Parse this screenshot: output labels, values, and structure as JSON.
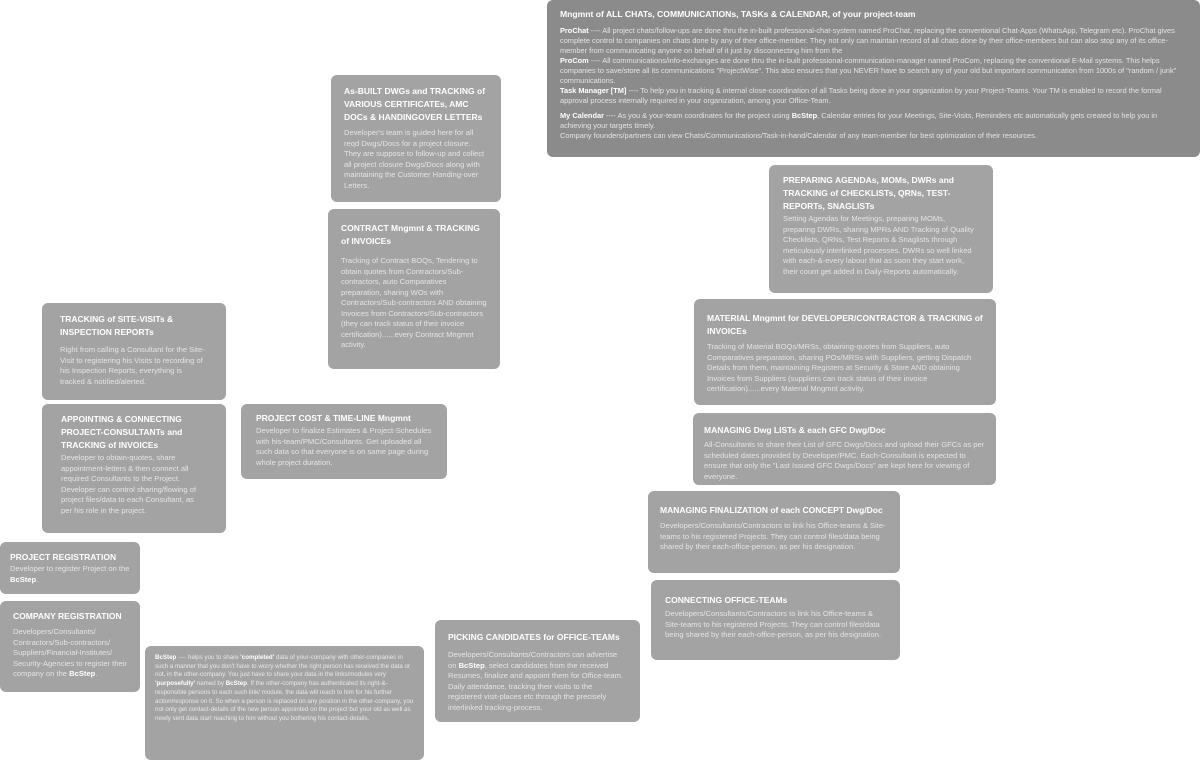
{
  "cards": {
    "mgmt_all": {
      "title": "Mngmnt of ALL CHATs, COMMUNICATIONs, TASKs & CALENDAR, of your project-team",
      "prochat_label": "ProChat",
      "prochat_text": " ---- All project chats/follow-ups are done thru the in-built professional-chat-system named ProChat, replacing the conventional Chat-Apps (WhatsApp, Telegram etc). ProChat gives complete control to companies on chats done by any of their office-member. They not only can maintain record of all chats done by their office-members but can also stop any of its office-member from communicating anyone on behalf of it just by disconnecting him from the",
      "procom_label": "ProCom",
      "procom_text": " ---- All communications/info-exchanges are done thru the in-built professional-communication-manager named ProCom, replacing the conventional E-Mail systems. This helps companies to save/store all its communications \"ProjectWise\". This also ensures that you NEVER have to search any of your old but important communication from 1000s of \"random / junk\" communications.",
      "tm_label": "Task Manager [TM]",
      "tm_text": " ---- To help you in tracking & internal close-coordination of all Tasks being done in your organization by your Project-Teams. Your TM is enabled to record the formal approval process internally required in your organization, among your Office-Team.",
      "cal_label": "My Calendar",
      "cal_text_a": " ---- As you & your-team coordinates for the project using ",
      "cal_brand": "BcStep",
      "cal_text_b": ", Calendar entries for your Meetings, Site-Visits, Reminders etc automatically gets created to help you in achieving your targets timely.",
      "founders_text": "Company founders/partners can view Chats/Communications/Task-in-hand/Calendar of any team-member for best optimization of their resources."
    },
    "asbuilt": {
      "title": "As-BUILT DWGs and TRACKING of VARIOUS CERTIFICATEs, AMC DOCs & HANDINGOVER LETTERs",
      "body": "Developer's team is guided here for all reqd Dwgs/Docs for a project closure. They are suppose to follow-up and collect all project closure Dwgs/Docs along with maintaining the Customer Handing-over Letters."
    },
    "contract": {
      "title": "CONTRACT Mngmnt & TRACKING of INVOICEs",
      "body": "Tracking of Contract BOQs, Tendering to obtain quotes from Contractors/Sub-contractors, auto Comparatives preparation, sharing WOs with Contractors/Sub-contractors AND obtaining Invoices from Contractors/Sub-contractors (they can track status of their invoice certification)......every Contract Mngmnt activity."
    },
    "agendas": {
      "title": "PREPARING AGENDAs, MOMs, DWRs and TRACKING of CHECKLISTs, QRNs, TEST-REPORTs, SNAGLISTs",
      "body": "Setting Agendas for Meetings, preparing MOMs, preparing DWRs, sharing MPRs AND Tracking of Quality Checklists, QRNs, Test Reports & Snaglists through meticulously interlinked processes. DWRs so well linked with each-&-every labour that as soon they start work, their count get added in Daily-Reports automatically."
    },
    "material": {
      "title": "MATERIAL Mngmnt for DEVELOPER/CONTRACTOR  & TRACKING of INVOICEs",
      "body": "Tracking of Material BOQs/MRSs, obtaining-quotes from Suppliers, auto Comparatives preparation, sharing POs/MRSs with Suppliers, getting Dispatch Details from them, maintaining Registers at Security & Store AND obtaining Invoices from Suppliers (suppliers can track status of their invoice certification)......every Material Mngmnt activity."
    },
    "site_visits": {
      "title": "TRACKING of SITE-VISITs & INSPECTION REPORTs",
      "body": "Right from calling a Consultant for the Site-Visit to registering his Visits to recording of his Inspection Reports, everything is tracked & notified/alerted."
    },
    "appointing": {
      "title": "APPOINTING & CONNECTING PROJECT-CONSULTANTs and TRACKING of INVOICEs",
      "body": "Developer to obtain-quotes, share appointment-letters & then connect all required Consultants to the Project. Developer can control sharing/flowing of project files/data to each Consultant, as per his role in the project."
    },
    "project_cost": {
      "title": "PROJECT COST & TIME-LINE Mngmnt",
      "body": "Developer to finalize Estimates & Project-Schedules with his-team/PMC/Consultants. Get uploaded all such data so that everyone is on same page during whole project duration."
    },
    "dwg_lists": {
      "title": "MANAGING Dwg LISTs & each GFC Dwg/Doc",
      "body": "All-Consultants to share their List of GFC Dwgs/Docs and upload their GFCs as per scheduled dates provided by Developer/PMC. Each-Consultant is expected to ensure that only the \"Last Issued GFC Dwgs/Docs\" are kept here for viewing of everyone."
    },
    "concept": {
      "title": "MANAGING FINALIZATION of each CONCEPT Dwg/Doc",
      "body": "Developers/Consultants/Contractors to link his Office-teams & Site-teams to his registered Projects. They can control files/data being shared by their each-office-person, as per his designation."
    },
    "project_reg": {
      "title": "PROJECT REGISTRATION",
      "body_a": "Developer to register Project on the ",
      "brand": "BcStep",
      "body_b": "."
    },
    "company_reg": {
      "title": "COMPANY REGISTRATION",
      "body_a": "Developers/Consultants/ Contractors/Sub-contractors/ Suppliers/Financial-Institutes/ Security-Agencies to register their company on the ",
      "brand": "BcStep",
      "body_b": "."
    },
    "office_teams": {
      "title": "CONNECTING OFFICE-TEAMs",
      "body": "Developers/Consultants/Contractors to link his Office-teams & Site-teams to his registered Projects. They can control files/data being shared by their each-office-person, as per his designation."
    },
    "bcstep_note": {
      "brand": "BcStep",
      "t1": " ---- helps you to share ",
      "b1": "'completed'",
      "t2": " data of your-company with other-companies in such a manner that you don't have to worry whether the right person has received the data or not, in the other-company. You just have to share your data in the links/modules very ",
      "b2": "'purposefully'",
      "t3": " named by ",
      "b3": "BcStep",
      "t4": ". If the other-company has authenticated its right-&-responsible persons to each such link/ module, the data will reach to him for his further action/response on it. So when a person is replaced on any position in the other-company, you not only get contact-details of the new person appointed on the project but your old as well as newly sent data start reaching to him without you bothering his contact-details."
    },
    "candidates": {
      "title": "PICKING CANDIDATES for OFFICE-TEAMs",
      "body_a": "Developers/Consultants/Contractors can advertise on ",
      "brand": "BcStep",
      "body_b": ", select candidates from the received Resumes, finalize and appoint them for Office-team. Daily attendance, tracking their visits to the registered visit-places etc through the precisely interlinked tracking-process."
    }
  }
}
